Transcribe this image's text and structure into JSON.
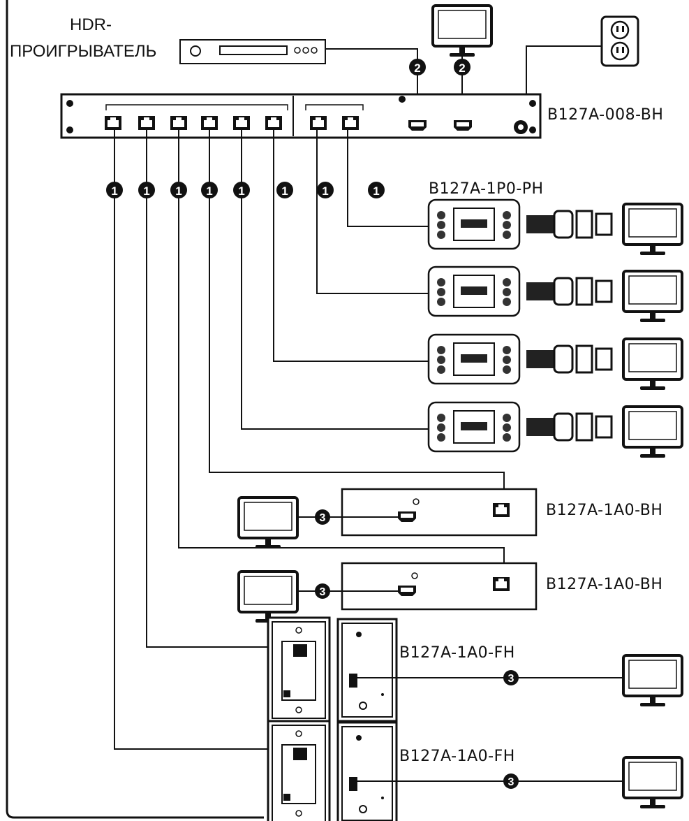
{
  "player": {
    "line1": "HDR-",
    "line2": "ПРОИГРЫВАТЕЛЬ"
  },
  "models": {
    "matrix": "B127A-008-BH",
    "receiver_p": "B127A-1P0-PH",
    "receiver_b1": "B127A-1A0-BH",
    "receiver_b2": "B127A-1A0-BH",
    "wallplate_1": "B127A-1A0-FH",
    "wallplate_2": "B127A-1A0-FH"
  },
  "markers": {
    "cat_cable": "1",
    "hdmi_local": "2",
    "hdmi_out": "3"
  },
  "colors": {
    "line": "#111111",
    "device_fill": "#ffffff",
    "marker_fill": "#111111"
  }
}
